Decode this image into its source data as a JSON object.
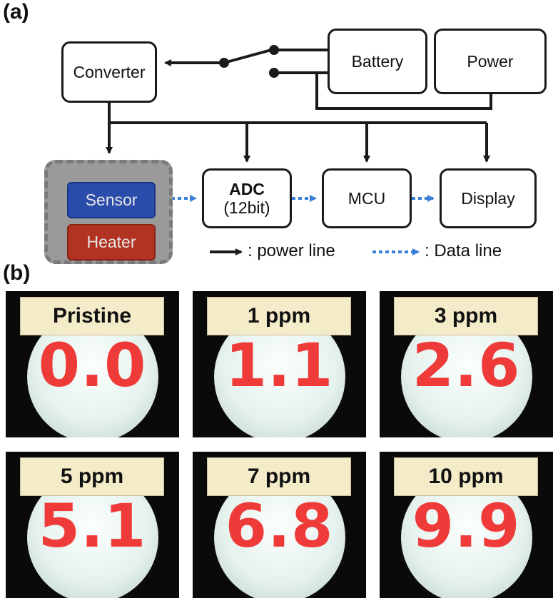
{
  "panels": {
    "a": "(a)",
    "b": "(b)"
  },
  "blocks": {
    "converter": "Converter",
    "battery": "Battery",
    "power": "Power",
    "sensor": "Sensor",
    "heater": "Heater",
    "adc_title": "ADC",
    "adc_sub": "(12bit)",
    "mcu": "MCU",
    "display": "Display"
  },
  "legend": {
    "power_line": ": power line",
    "data_line": ": Data line"
  },
  "colors": {
    "sensor": "#2a4dab",
    "heater": "#b23321",
    "data_line": "#3a7fd8",
    "reading": "#ef3a3a",
    "tag": "#f4ecc9"
  },
  "photos": [
    {
      "label": "Pristine",
      "reading": "0.0"
    },
    {
      "label": "1 ppm",
      "reading": "1.1"
    },
    {
      "label": "3 ppm",
      "reading": "2.6"
    },
    {
      "label": "5 ppm",
      "reading": "5.1"
    },
    {
      "label": "7 ppm",
      "reading": "6.8"
    },
    {
      "label": "10 ppm",
      "reading": "9.9"
    }
  ]
}
